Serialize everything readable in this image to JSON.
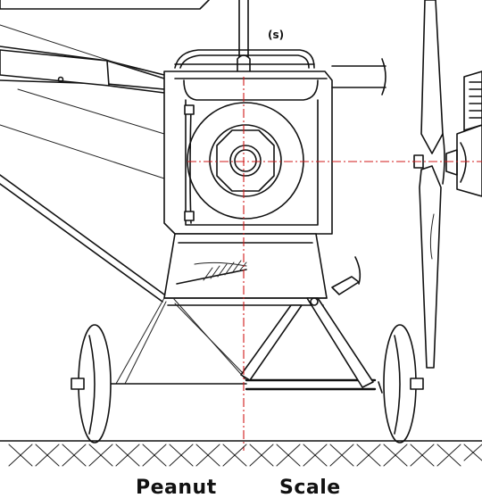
{
  "labels": {
    "point_marker": "(s)",
    "caption_left": "Peanut",
    "caption_right": "Scale"
  },
  "colors": {
    "line": "#111111",
    "centerline": "#d01818",
    "background": "#ffffff"
  }
}
